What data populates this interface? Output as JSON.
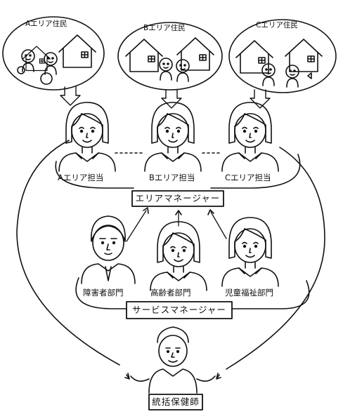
{
  "areas": [
    {
      "resident_label": "Aエリア住民",
      "staff_label": "Aエリア担当"
    },
    {
      "resident_label": "Bエリア住民",
      "staff_label": "Bエリア担当"
    },
    {
      "resident_label": "Cエリア住民",
      "staff_label": "Cエリア担当"
    }
  ],
  "area_manager": "エリアマネージャー",
  "departments": [
    {
      "label": "障害者部門"
    },
    {
      "label": "高齢者部門"
    },
    {
      "label": "児童福祉部門"
    }
  ],
  "service_manager": "サービスマネージャー",
  "chief_nurse": "統括保健師",
  "colors": {
    "ink": "#111111",
    "paper": "#ffffff"
  }
}
